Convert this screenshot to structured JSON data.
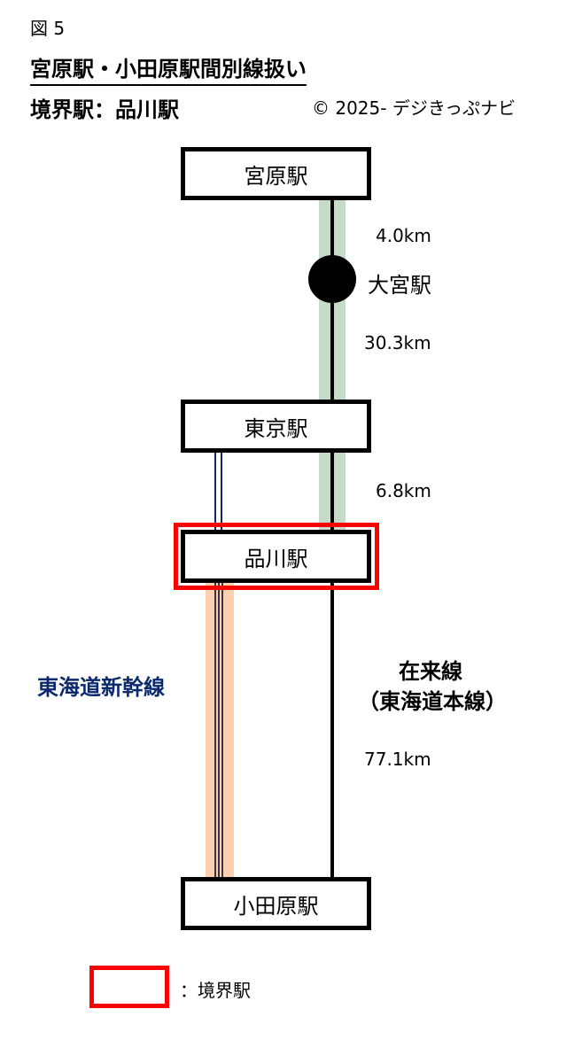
{
  "header": {
    "figure": "図 5",
    "title": "宮原駅・小田原駅間別線扱い",
    "boundary": "境界駅：品川駅",
    "copyright": "© 2025- デジきっぷナビ"
  },
  "stations": {
    "miyahara": "宮原駅",
    "omiya": "大宮駅",
    "tokyo": "東京駅",
    "shinagawa": "品川駅",
    "odawara": "小田原駅"
  },
  "distances": {
    "miyahara_omiya": "4.0km",
    "omiya_tokyo": "30.3km",
    "tokyo_shinagawa": "6.8km",
    "shinagawa_odawara": "77.1km"
  },
  "lines": {
    "shinkansen": "東海道新幹線",
    "conventional": "在来線",
    "conventional_sub": "（東海道本線）"
  },
  "legend": {
    "boundary_label": "：境界駅"
  },
  "colors": {
    "green": "#c5dcc8",
    "orange": "#fdd0b0",
    "navy": "#0b2a6e",
    "red": "#ff0000"
  }
}
